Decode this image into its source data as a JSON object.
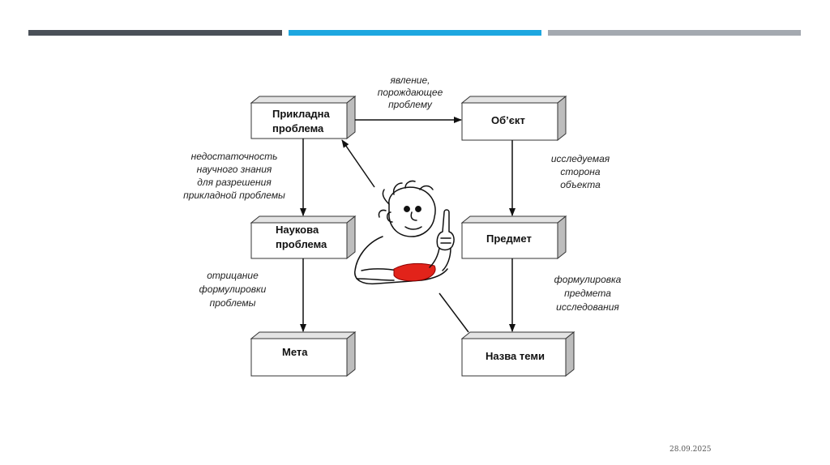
{
  "header": {
    "bar_colors": [
      "#4a5058",
      "#1ea7e0",
      "#a4a9b0"
    ]
  },
  "diagram": {
    "boxes": {
      "applied_problem": [
        "Прикладна",
        "проблема"
      ],
      "object": [
        "Об’єкт"
      ],
      "scientific_problem": [
        "Наукова",
        "проблема"
      ],
      "subject": [
        "Предмет"
      ],
      "goal": [
        "Мета"
      ],
      "topic_name": [
        "Назва теми"
      ]
    },
    "edges": {
      "phenomenon": [
        "явление,",
        "порождающее",
        "проблему"
      ],
      "insufficiency": [
        "недостаточность",
        "научного знания",
        "для разрешения",
        "прикладной проблемы"
      ],
      "studied_side": [
        "исследуемая",
        "сторона",
        "объекта"
      ],
      "negation": [
        "отрицание",
        "формулировки",
        "проблемы"
      ],
      "formulation": [
        "формулировка",
        "предмета",
        "исследования"
      ]
    },
    "illustration": "thinking-person-pointing-up"
  },
  "footer": {
    "date": "28.09.2025"
  }
}
